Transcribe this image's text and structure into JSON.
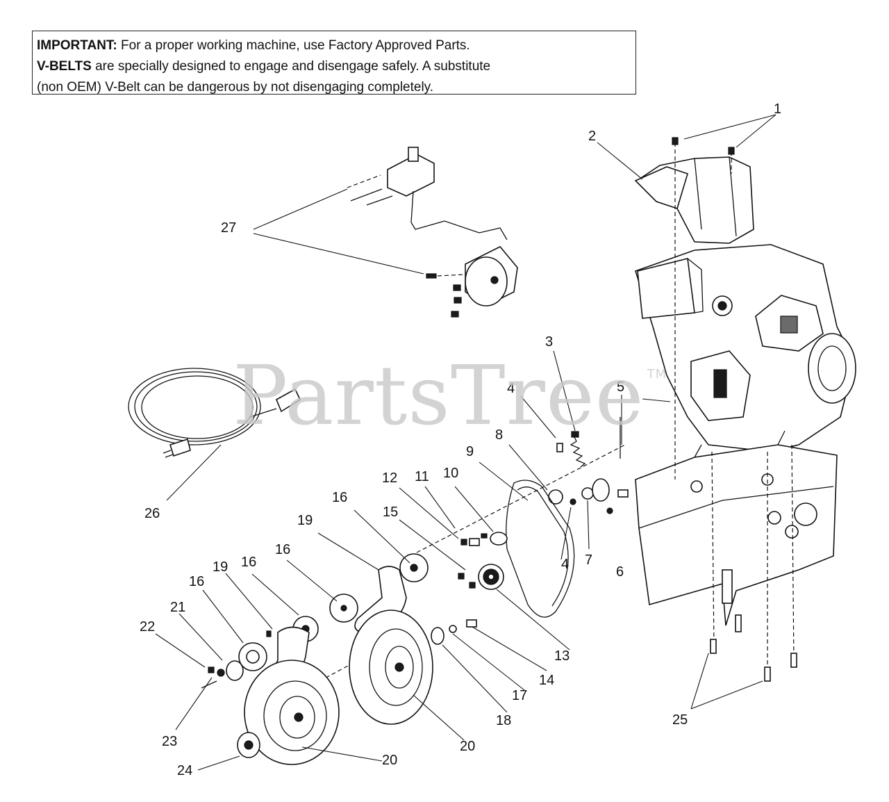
{
  "notice": {
    "line1_bold": "IMPORTANT:",
    "line1_rest": " For a proper working machine, use Factory Approved Parts.",
    "line2_bold": "V-BELTS",
    "line2_rest": " are specially designed to engage and disengage safely.  A substitute",
    "line3": "(non OEM) V-Belt can be dangerous by not disengaging completely."
  },
  "watermark": {
    "text": "PartsTree",
    "tm": "TM"
  },
  "callouts": {
    "c1": "1",
    "c2": "2",
    "c3": "3",
    "c4a": "4",
    "c4b": "4",
    "c5": "5",
    "c6": "6",
    "c7": "7",
    "c8": "8",
    "c9": "9",
    "c10": "10",
    "c11": "11",
    "c12": "12",
    "c13": "13",
    "c14": "14",
    "c15": "15",
    "c16a": "16",
    "c16b": "16",
    "c16c": "16",
    "c16d": "16",
    "c17": "17",
    "c18": "18",
    "c19a": "19",
    "c19b": "19",
    "c20a": "20",
    "c20b": "20",
    "c21": "21",
    "c22": "22",
    "c23": "23",
    "c24": "24",
    "c25": "25",
    "c26": "26",
    "c27": "27"
  }
}
